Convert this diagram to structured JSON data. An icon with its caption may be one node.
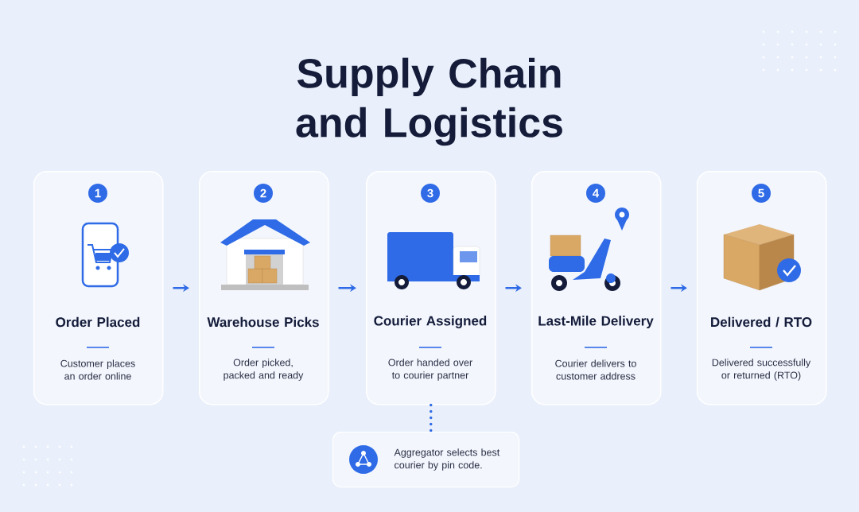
{
  "diagram": {
    "title": "Supply Chain and Logistics",
    "nodes": [
      {
        "text": [
          "1",
          "Order Placed",
          "Customer places an order online"
        ]
      },
      {
        "text": [
          "2",
          "Warehouse Picks",
          "Order picked, packed and ready"
        ]
      },
      {
        "text": [
          "3",
          "Courier Assigned",
          "Order handed over to courier partner"
        ]
      },
      {
        "text": [
          "4",
          "Last-Mile Delivery",
          "Courier delivers to customer address"
        ]
      },
      {
        "text": [
          "5",
          "Delivered / RTO",
          "Delivered successfully or returned (RTO)"
        ]
      },
      {
        "text": [
          "Aggregator selects best courier by pin code."
        ]
      }
    ],
    "edges": [
      {
        "from": 0,
        "to": 1,
        "arrow": "to"
      },
      {
        "from": 1,
        "to": 2,
        "arrow": "to"
      },
      {
        "from": 2,
        "to": 3,
        "arrow": "to"
      },
      {
        "from": 3,
        "to": 4,
        "arrow": "to"
      },
      {
        "from": 2,
        "to": 5,
        "arrow": "none",
        "style": "dashed"
      }
    ]
  }
}
